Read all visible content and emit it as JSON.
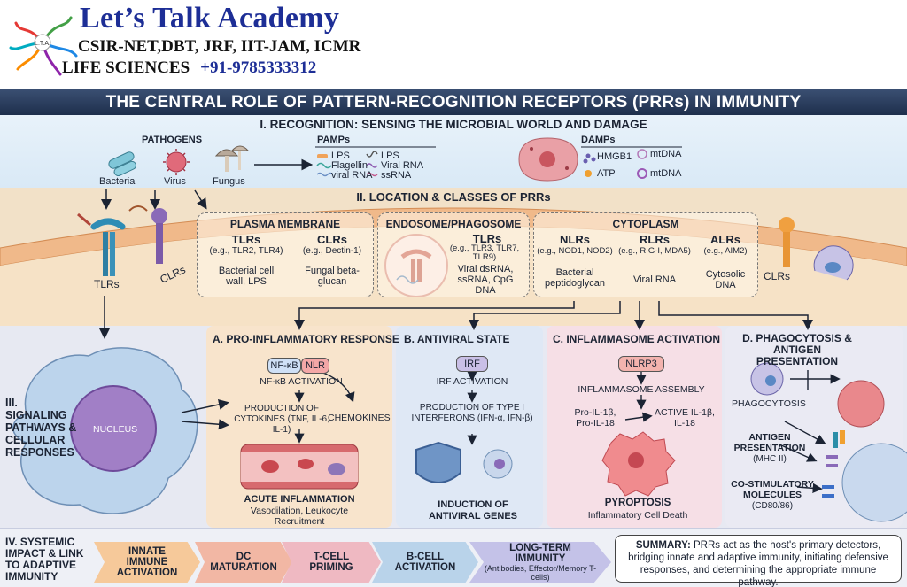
{
  "brand": {
    "title": "Let’s Talk Academy",
    "subtitle": "CSIR-NET,DBT, JRF, IIT-JAM, ICMR",
    "line3": "LIFE SCIENCES",
    "phone": "+91-9785333312",
    "logo_text": "L.T.A."
  },
  "main_title": "THE CENTRAL ROLE OF PATTERN-RECOGNITION RECEPTORS (PRRs) IN IMMUNITY",
  "recognition": {
    "title": "I. RECOGNITION: SENSING THE MICROBIAL WORLD AND DAMAGE",
    "pathogens_label": "PATHOGENS",
    "bacteria": "Bacteria",
    "virus": "Virus",
    "fungus": "Fungus",
    "pamps_label": "PAMPs",
    "pamps": [
      "LPS",
      "LPS",
      "Flagellin",
      "Viral RNA",
      "viral RNA",
      "ssRNA"
    ],
    "damps_label": "DAMPs",
    "damps": [
      "HMGB1",
      "mtDNA",
      "ATP",
      "mtDNA"
    ]
  },
  "location": {
    "title": "II. LOCATION & CLASSES OF PRRs",
    "tlr_left": "TLRs",
    "clr_left": "CLRs",
    "clr_right": "CLRs",
    "plasma": {
      "title": "PLASMA MEMBRANE",
      "tlr_name": "TLRs",
      "tlr_eg": "(e.g., TLR2, TLR4)",
      "tlr_ligand": "Bacterial cell wall, LPS",
      "clr_name": "CLRs",
      "clr_eg": "(e.g., Dectin-1)",
      "clr_ligand": "Fungal beta-glucan"
    },
    "endosome": {
      "title": "ENDOSOME/PHAGOSOME",
      "tlr_name": "TLRs",
      "tlr_eg": "(e.g., TLR3, TLR7, TLR9)",
      "ligand": "Viral dsRNA, ssRNA, CpG DNA"
    },
    "cytoplasm": {
      "title": "CYTOPLASM",
      "nlr_name": "NLRs",
      "nlr_eg": "(e.g., NOD1, NOD2)",
      "nlr_ligand": "Bacterial peptidoglycan",
      "rlr_name": "RLRs",
      "rlr_eg": "(e.g., RIG-I, MDA5)",
      "rlr_ligand": "Viral RNA",
      "alr_name": "ALRs",
      "alr_eg": "(e.g., AIM2)",
      "alr_ligand": "Cytosolic DNA"
    }
  },
  "signaling": {
    "title": "III. SIGNALING PATHWAYS & CELLULAR RESPONSES",
    "nucleus": "NUCLEUS",
    "panel_a": {
      "title": "A. PRO-INFLAMMATORY RESPONSE",
      "nfkb": "NF-κB",
      "nlr": "NLR",
      "activation": "NF-κB ACTIVATION",
      "cytokines": "PRODUCTION OF CYTOKINES (TNF, IL-6, IL-1)",
      "chemokines": "CHEMOKINES",
      "outcome": "ACUTE INFLAMMATION",
      "outcome_detail": "Vasodilation, Leukocyte Recruitment"
    },
    "panel_b": {
      "title": "B. ANTIVIRAL STATE",
      "irf": "IRF",
      "activation": "IRF ACTIVATION",
      "production": "PRODUCTION OF TYPE I INTERFERONS (IFN-α, IFN-β)",
      "outcome": "INDUCTION OF ANTIVIRAL GENES"
    },
    "panel_c": {
      "title": "C. INFLAMMASOME ACTIVATION",
      "nlrp3": "NLRP3",
      "assembly": "INFLAMMASOME ASSEMBLY",
      "pro": "Pro-IL-1β, Pro-IL-18",
      "active": "ACTIVE IL-1β, IL-18",
      "outcome": "PYROPTOSIS",
      "outcome_detail": "Inflammatory Cell Death"
    },
    "panel_d": {
      "title": "D. PHAGOCYTOSIS & ANTIGEN PRESENTATION",
      "phagocytosis": "PHAGOCYTOSIS",
      "antigen": "ANTIGEN PRESENTATION",
      "mhc": "(MHC II)",
      "costim": "CO-STIMULATORY MOLECULES",
      "cd": "(CD80/86)"
    }
  },
  "systemic": {
    "title": "IV. SYSTEMIC IMPACT & LINK TO ADAPTIVE IMMUNITY",
    "steps": [
      {
        "label": "INNATE IMMUNE ACTIVATION",
        "color": "#f6c99a"
      },
      {
        "label": "DC MATURATION",
        "color": "#f2b7a4"
      },
      {
        "label": "T-CELL PRIMING",
        "color": "#efb9c2"
      },
      {
        "label": "B-CELL ACTIVATION",
        "color": "#b9d3ea"
      },
      {
        "label": "LONG-TERM IMMUNITY",
        "detail": "(Antibodies, Effector/Memory T-cells)",
        "color": "#c4c2e8"
      }
    ],
    "summary_label": "SUMMARY:",
    "summary": "PRRs act as the host's primary detectors, bridging innate and adaptive immunity, initiating defensive responses, and determining the appropriate immune pathway."
  }
}
